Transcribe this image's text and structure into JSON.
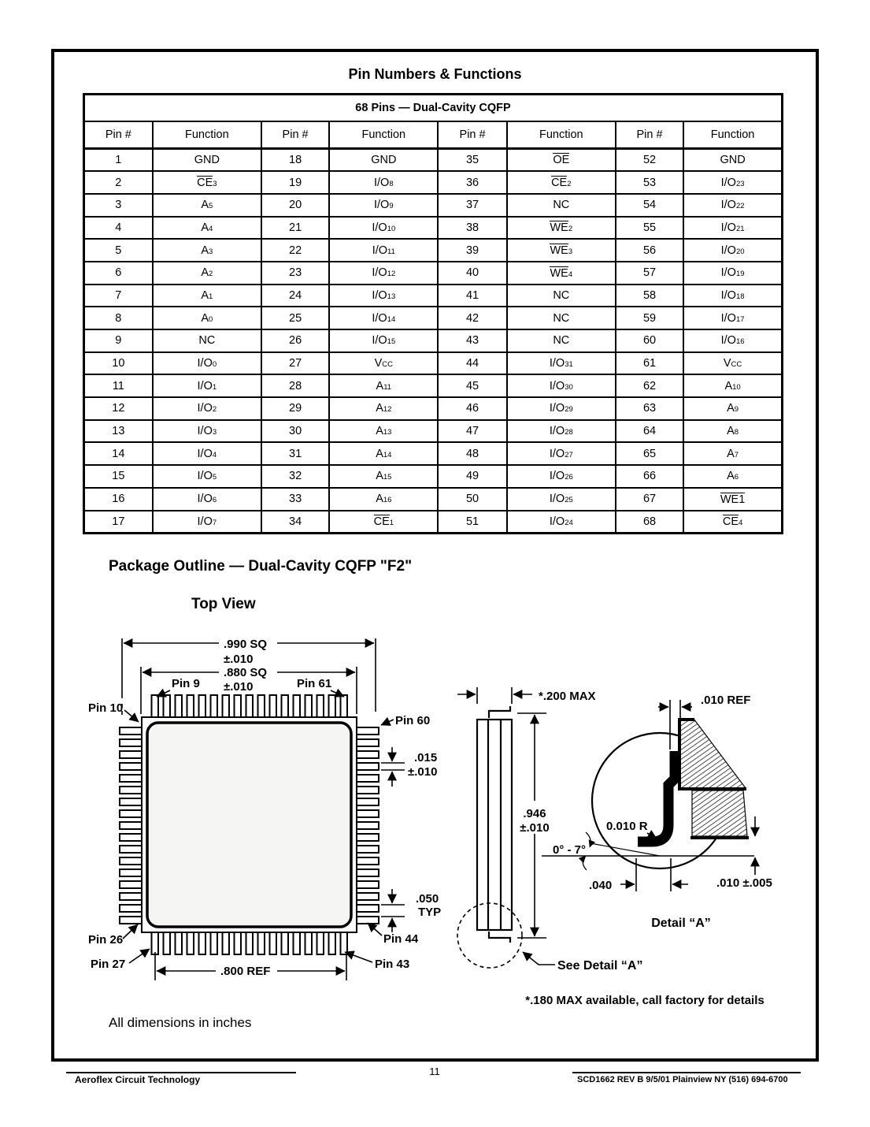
{
  "page": {
    "title": "Pin Numbers & Functions",
    "footer": {
      "left": "Aeroflex Circuit Technology",
      "page_number": "11",
      "right": "SCD1662 REV B  9/5/01  Plainview NY (516) 694-6700"
    }
  },
  "pin_table": {
    "title": "68 Pins — Dual-Cavity CQFP",
    "headers": [
      "Pin #",
      "Function",
      "Pin #",
      "Function",
      "Pin #",
      "Function",
      "Pin #",
      "Function"
    ],
    "rows": [
      [
        "1",
        "GND",
        "18",
        "GND",
        "35",
        "~OE~",
        "52",
        "GND"
      ],
      [
        "2",
        "~CE~{3}",
        "19",
        "I/O{8}",
        "36",
        "~CE~{2}",
        "53",
        "I/O{23}"
      ],
      [
        "3",
        "A{5}",
        "20",
        "I/O{9}",
        "37",
        "NC",
        "54",
        "I/O{22}"
      ],
      [
        "4",
        "A{4}",
        "21",
        "I/O{10}",
        "38",
        "~WE~{2}",
        "55",
        "I/O{21}"
      ],
      [
        "5",
        "A{3}",
        "22",
        "I/O{11}",
        "39",
        "~WE~{3}",
        "56",
        "I/O{20}"
      ],
      [
        "6",
        "A{2}",
        "23",
        "I/O{12}",
        "40",
        "~WE~{4}",
        "57",
        "I/O{19}"
      ],
      [
        "7",
        "A{1}",
        "24",
        "I/O{13}",
        "41",
        "NC",
        "58",
        "I/O{18}"
      ],
      [
        "8",
        "A{0}",
        "25",
        "I/O{14}",
        "42",
        "NC",
        "59",
        "I/O{17}"
      ],
      [
        "9",
        "NC",
        "26",
        "I/O{15}",
        "43",
        "NC",
        "60",
        "I/O{16}"
      ],
      [
        "10",
        "I/O{0}",
        "27",
        "V{CC}",
        "44",
        "I/O{31}",
        "61",
        "V{CC}"
      ],
      [
        "11",
        "I/O{1}",
        "28",
        "A{11}",
        "45",
        "I/O{30}",
        "62",
        "A{10}"
      ],
      [
        "12",
        "I/O{2}",
        "29",
        "A{12}",
        "46",
        "I/O{29}",
        "63",
        "A{9}"
      ],
      [
        "13",
        "I/O{3}",
        "30",
        "A{13}",
        "47",
        "I/O{28}",
        "64",
        "A{8}"
      ],
      [
        "14",
        "I/O{4}",
        "31",
        "A{14}",
        "48",
        "I/O{27}",
        "65",
        "A{7}"
      ],
      [
        "15",
        "I/O{5}",
        "32",
        "A{15}",
        "49",
        "I/O{26}",
        "66",
        "A{6}"
      ],
      [
        "16",
        "I/O{6}",
        "33",
        "A{16}",
        "50",
        "I/O{25}",
        "67",
        "~WE1~"
      ],
      [
        "17",
        "I/O{7}",
        "34",
        "~CE~{1}",
        "51",
        "I/O{24}",
        "68",
        "~CE~{4}"
      ]
    ]
  },
  "package_outline": {
    "heading": "Package Outline — Dual-Cavity CQFP \"F2\"",
    "subheading": "Top View",
    "note": "All dimensions in inches",
    "footnote": "*.180 MAX available, call factory for details",
    "labels": {
      "dim_990": ".990 SQ",
      "dim_990_tol": "±.010",
      "dim_880": ".880 SQ",
      "dim_880_tol": "±.010",
      "pin9": "Pin 9",
      "pin61": "Pin 61",
      "pin10": "Pin 10",
      "pin60": "Pin 60",
      "pin26": "Pin 26",
      "pin27": "Pin 27",
      "pin44": "Pin 44",
      "pin43": "Pin 43",
      "dim_015": ".015",
      "dim_015_tol": "±.010",
      "dim_050": ".050",
      "dim_050_typ": "TYP",
      "dim_800": ".800 REF",
      "dim_200": "*.200 MAX",
      "dim_946": ".946",
      "dim_946_tol": "±.010",
      "dim_010_ref": ".010 REF",
      "radius": "0.010 R",
      "angle": "0° - 7°",
      "dim_040": ".040",
      "dim_010_005": ".010 ±.005",
      "detail_a": "Detail “A”",
      "see_detail_a": "See Detail “A”"
    }
  }
}
